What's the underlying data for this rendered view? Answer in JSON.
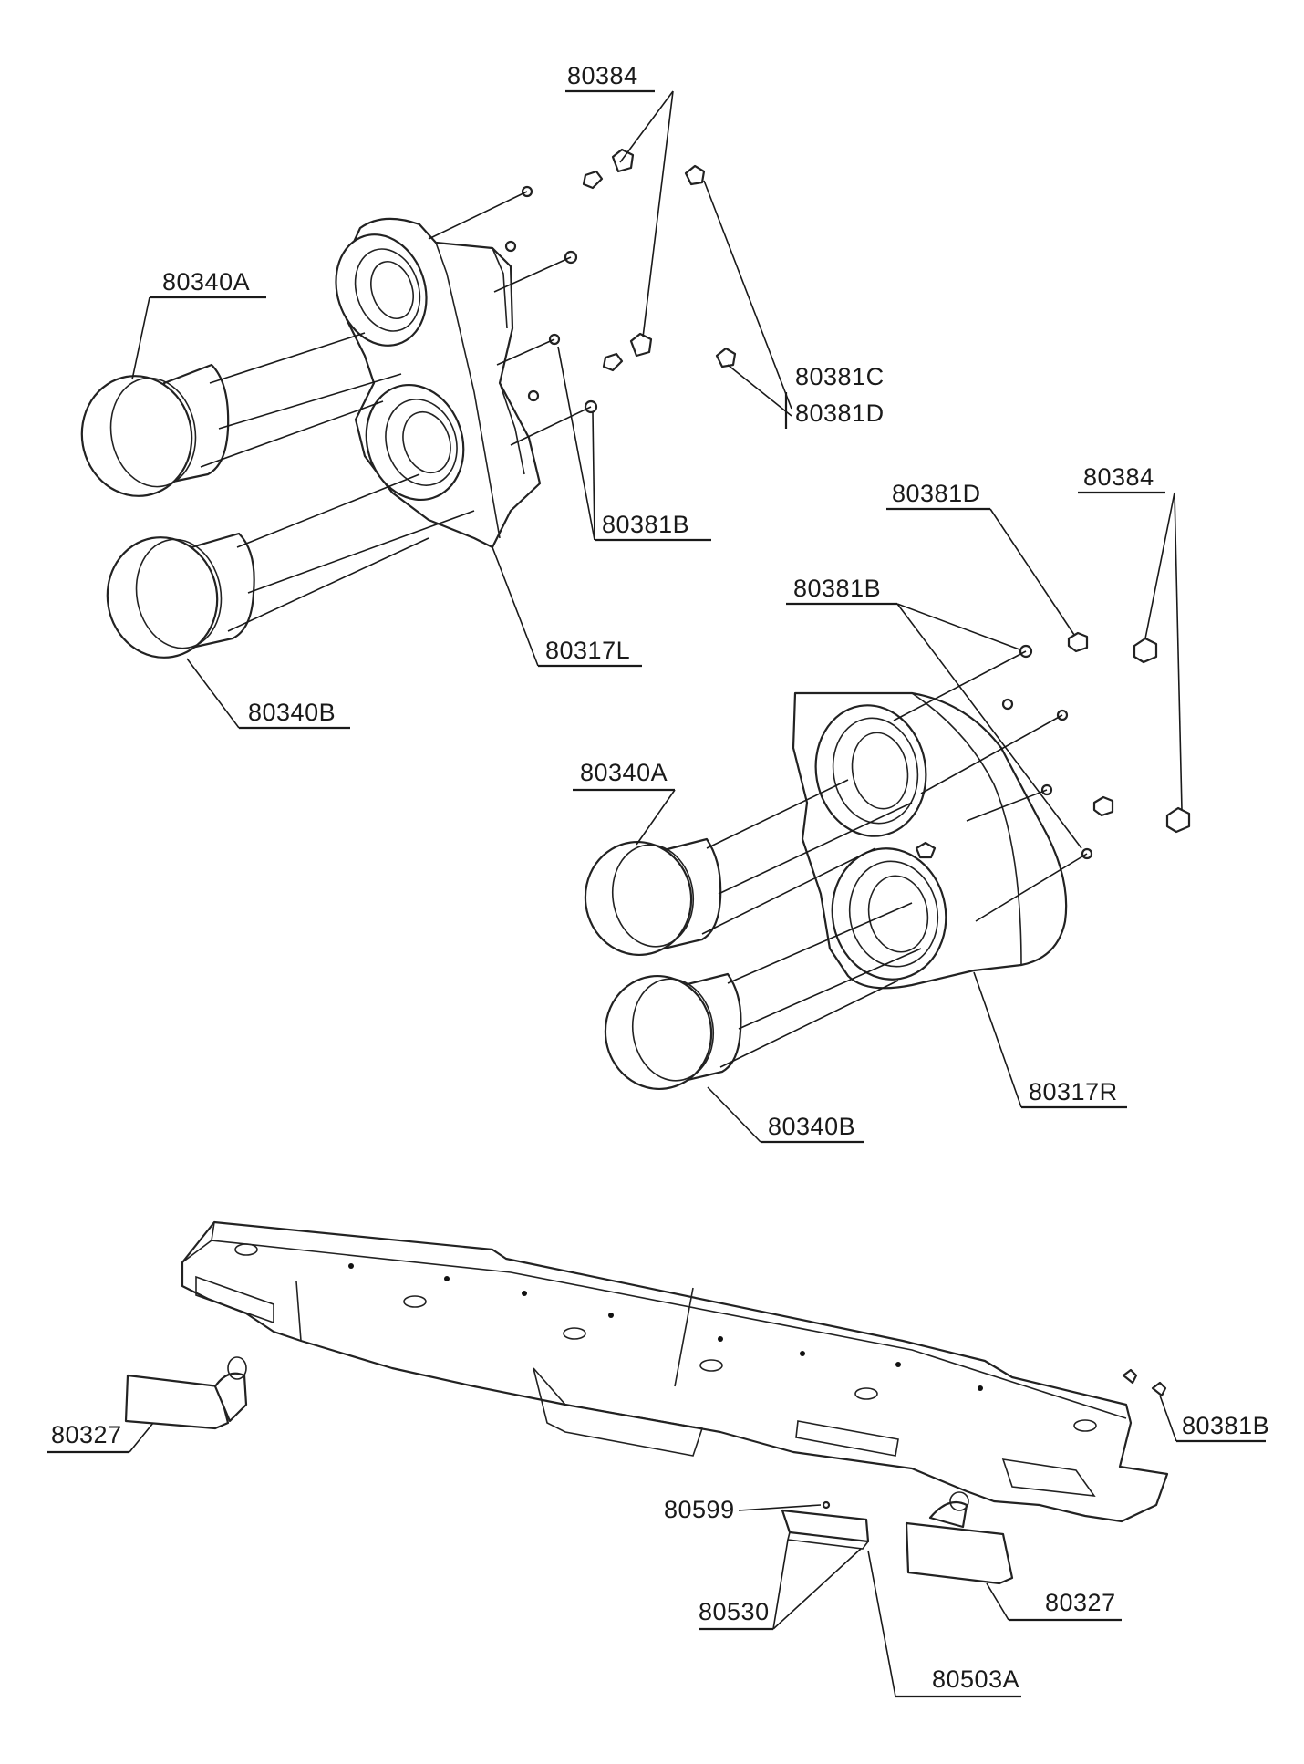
{
  "labels": {
    "top_80384": "80384",
    "left_80340A": "80340A",
    "top_80381C": "80381C",
    "top_80381D": "80381D",
    "left_80381B": "80381B",
    "left_80317L": "80317L",
    "left_80340B": "80340B",
    "right_80381D": "80381D",
    "right_80384": "80384",
    "right_80381B": "80381B",
    "right_80340A": "80340A",
    "right_80317R": "80317R",
    "right_80340B": "80340B",
    "bumper_80327_left": "80327",
    "bumper_80381B": "80381B",
    "bumper_80599": "80599",
    "bumper_80530": "80530",
    "bumper_80327_right": "80327",
    "bumper_80503A": "80503A"
  }
}
